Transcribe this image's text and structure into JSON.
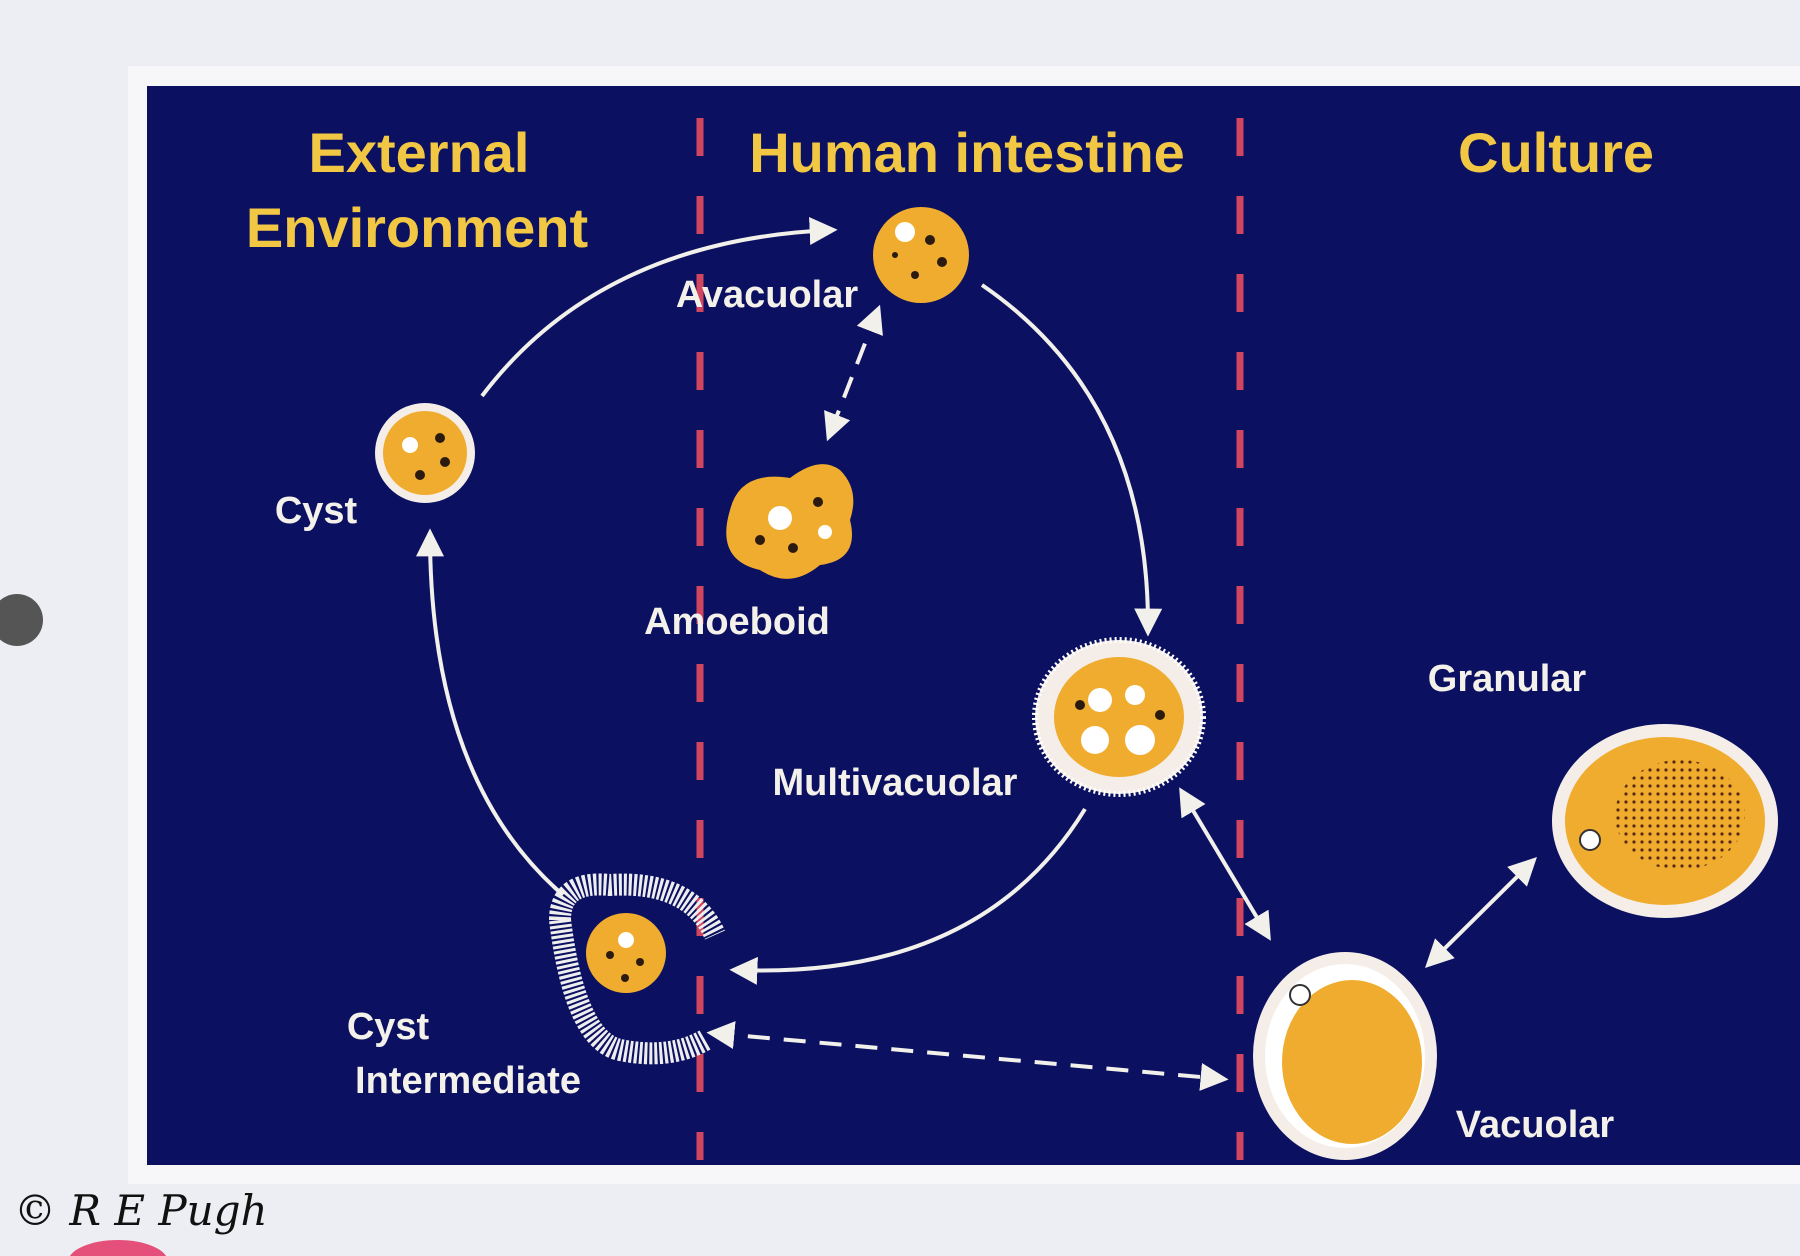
{
  "sections": {
    "external_line1": "External",
    "external_line2": "Environment",
    "human": "Human intestine",
    "culture": "Culture"
  },
  "stages": {
    "avacuolar": "Avacuolar",
    "amoeboid": "Amoeboid",
    "cyst": "Cyst",
    "multivacuolar": "Multivacuolar",
    "cyst_intermediate_line1": "Cyst",
    "cyst_intermediate_line2": "Intermediate",
    "granular": "Granular",
    "vacuolar": "Vacuolar"
  },
  "copyright": "© R E Pugh",
  "colors": {
    "background": "#0b1160",
    "title": "#f2c744",
    "divider": "#d2455e",
    "cell": "#f0ac2e"
  }
}
